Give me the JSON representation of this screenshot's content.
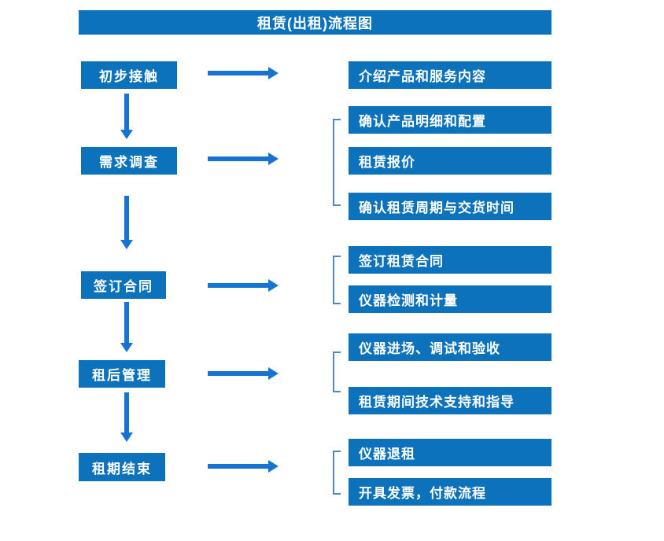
{
  "title": "租赁(出租)流程图",
  "colors": {
    "box_blue": "#0d72bc",
    "arrow_blue": "#1673cf",
    "bracket_blue": "#4f86c6",
    "text_white": "#ffffff",
    "background": "#ffffff"
  },
  "stages": [
    {
      "label": "初步接触",
      "outputs": [
        "介绍产品和服务内容"
      ]
    },
    {
      "label": "需求调查",
      "outputs": [
        "确认产品明细和配置",
        "租赁报价",
        "确认租赁周期与交货时间"
      ]
    },
    {
      "label": "签订合同",
      "outputs": [
        "签订租赁合同",
        "仪器检测和计量"
      ]
    },
    {
      "label": "租后管理",
      "outputs": [
        "仪器进场、调试和验收",
        "租赁期间技术支持和指导"
      ]
    },
    {
      "label": "租期结束",
      "outputs": [
        "仪器退租",
        "开具发票，付款流程"
      ]
    }
  ]
}
